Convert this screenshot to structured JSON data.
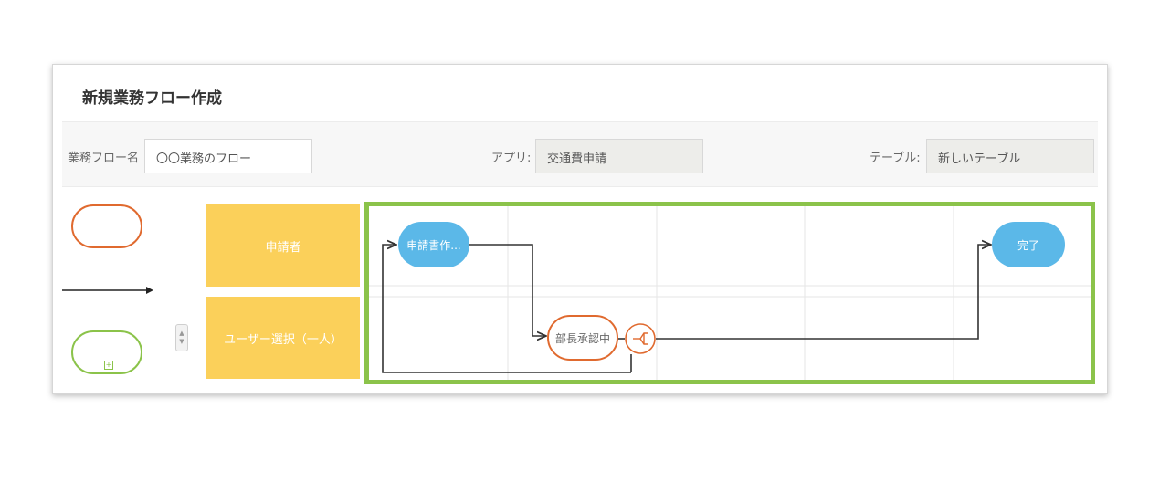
{
  "title": "新規業務フロー作成",
  "form": {
    "flow_name_label": "業務フロー名",
    "flow_name_value": "〇〇業務のフロー",
    "app_label": "アプリ:",
    "app_value": "交通費申請",
    "table_label": "テーブル:",
    "table_value": "新しいテーブル"
  },
  "lanes": [
    {
      "label": "申請者"
    },
    {
      "label": "ユーザー選択（一人）"
    }
  ],
  "nodes": {
    "start": {
      "label": "申請書作...",
      "color": "#5bb8e8"
    },
    "approve": {
      "label": "部長承認中",
      "color": "#e06a2f"
    },
    "done": {
      "label": "完了",
      "color": "#5bb8e8"
    }
  },
  "palette": {
    "scroll_up": "▲",
    "scroll_down": "▼",
    "plus": "+"
  },
  "colors": {
    "lane": "#fbd05a",
    "highlight": "#8bc34a",
    "process_border": "#e06a2f",
    "start_end": "#5bb8e8"
  },
  "icons": [
    "branch-icon",
    "add-icon",
    "arrow-icon"
  ]
}
